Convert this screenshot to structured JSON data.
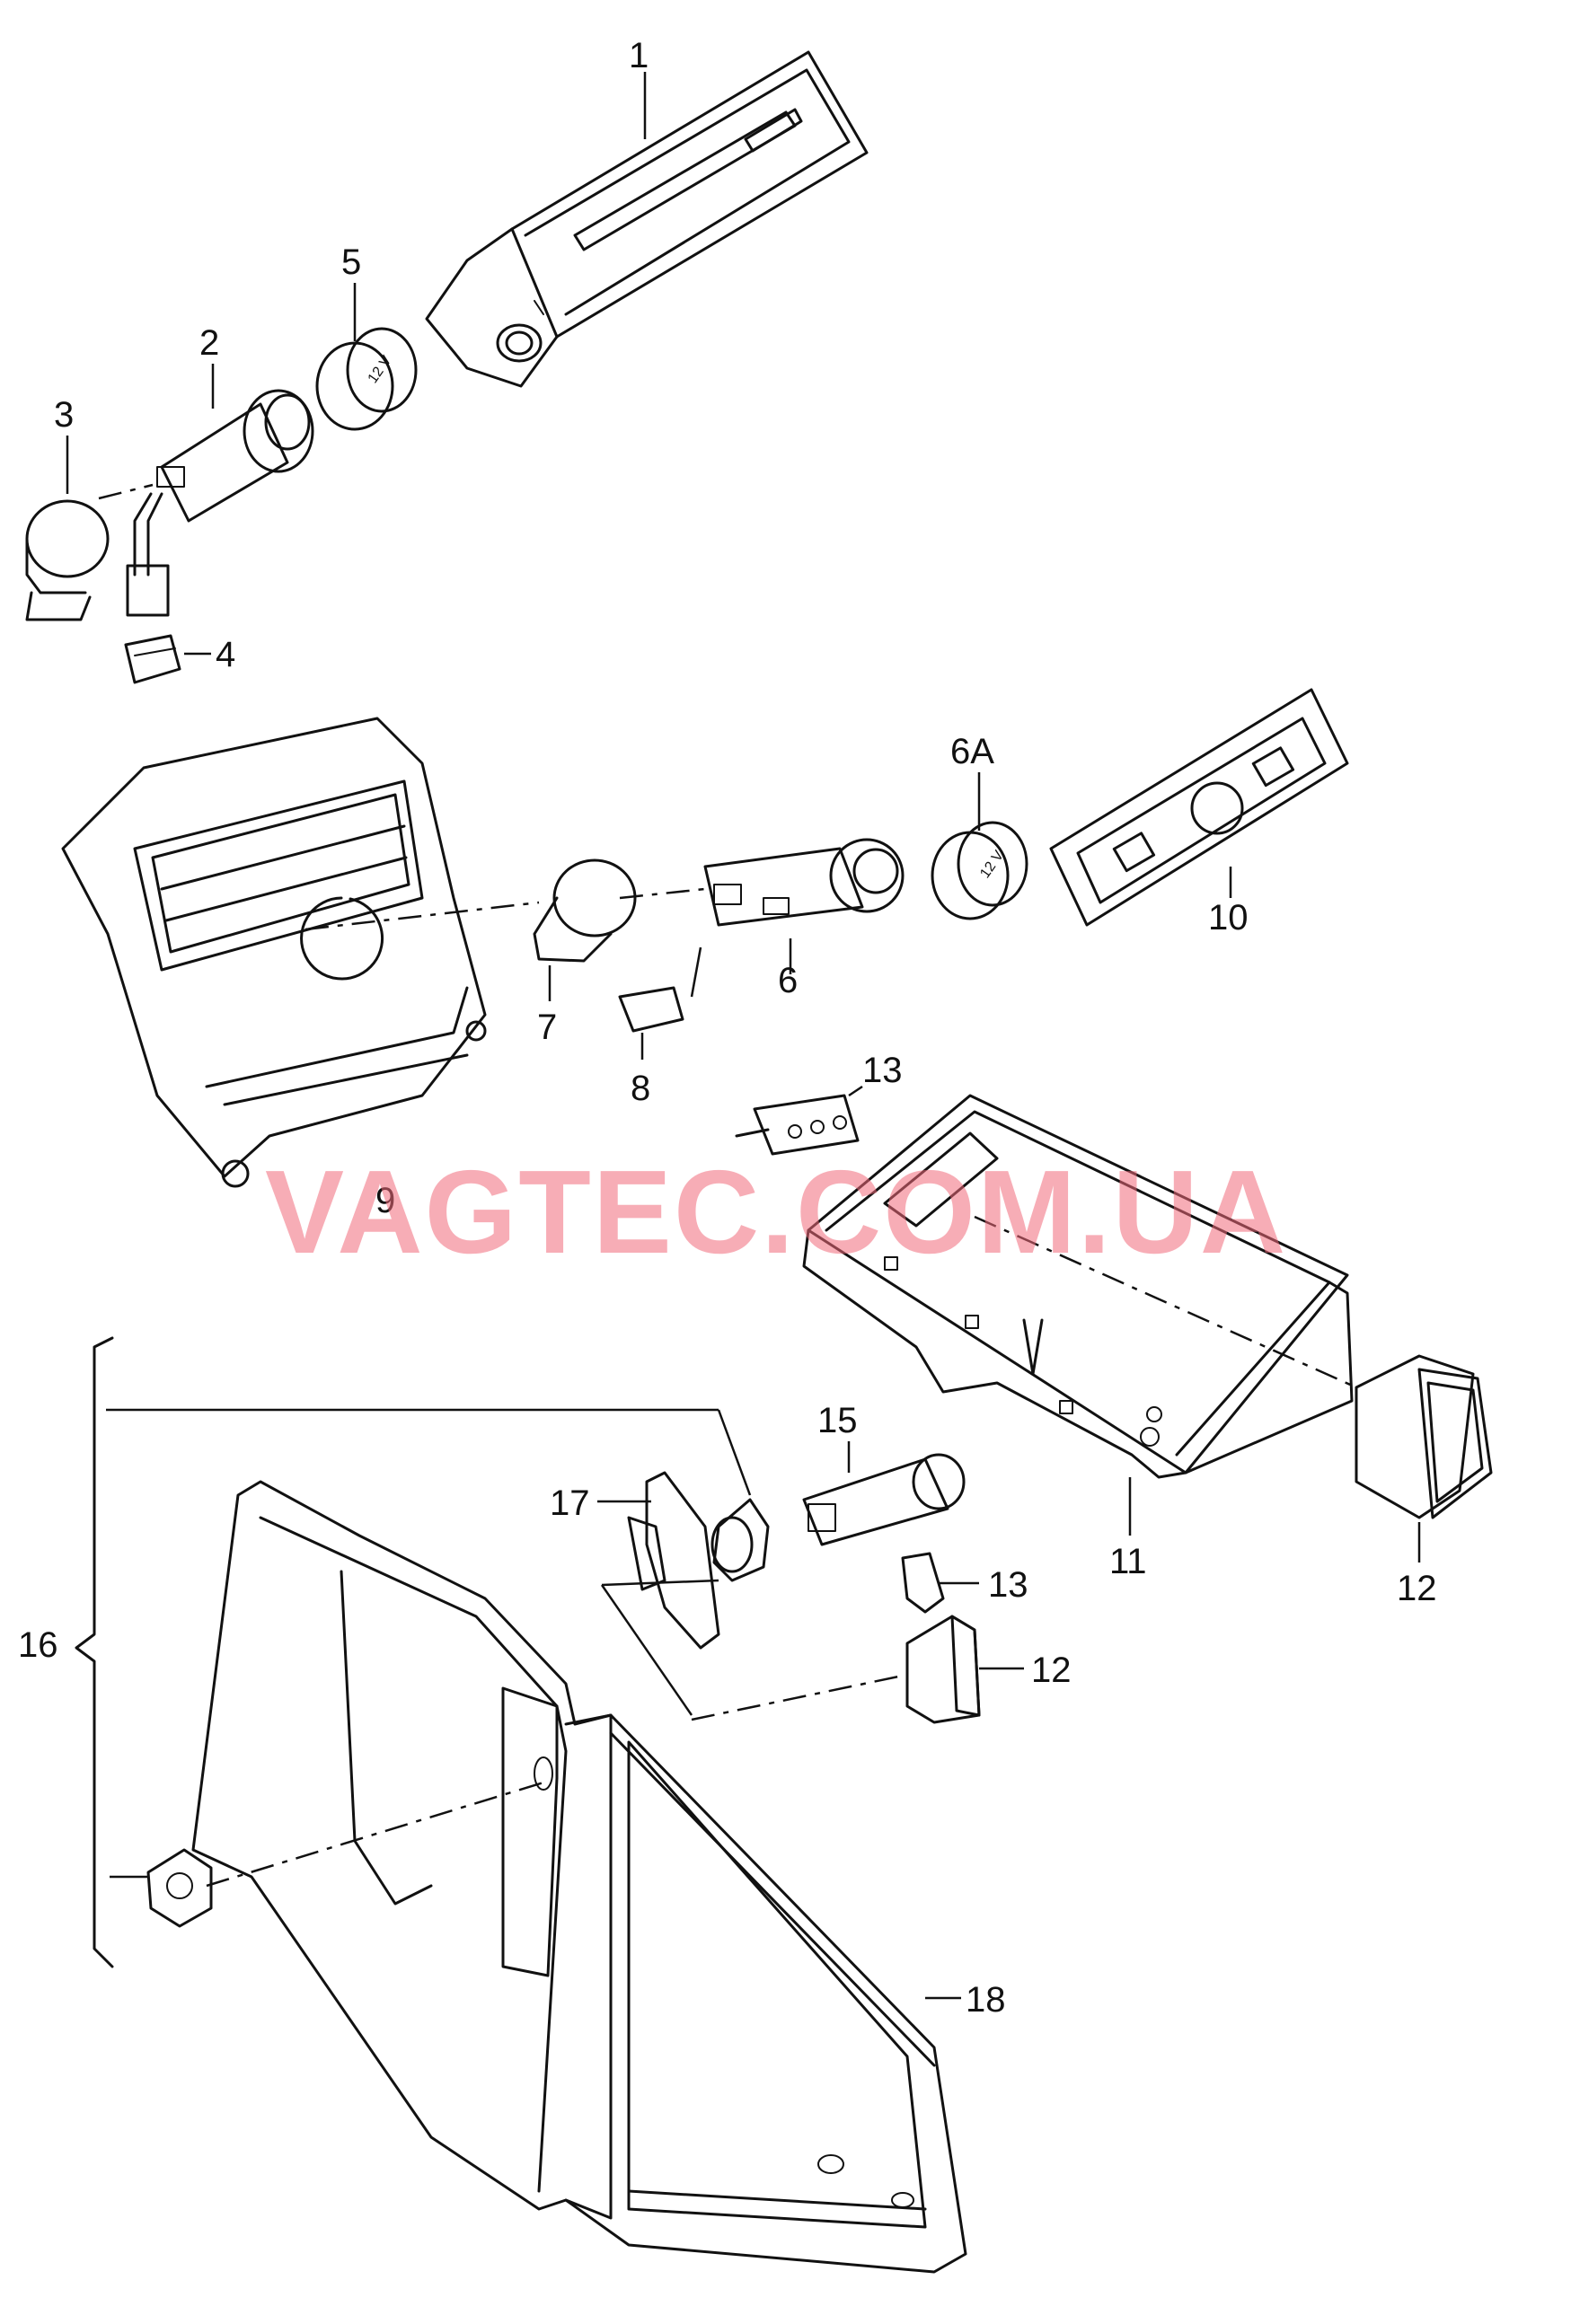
{
  "callouts": {
    "c1": "1",
    "c2": "2",
    "c3": "3",
    "c4": "4",
    "c5": "5",
    "c6": "6",
    "c6a": "6A",
    "c7": "7",
    "c8": "8",
    "c9": "9",
    "c10": "10",
    "c11": "11",
    "c12a": "12",
    "c12b": "12",
    "c13a": "13",
    "c13b": "13",
    "c15": "15",
    "c16": "16",
    "c17": "17",
    "c18": "18"
  },
  "socket_label": "12 V",
  "watermark": "VAGTEC.COM.UA",
  "colors": {
    "line": "#111111",
    "watermark": "#f06a7a",
    "background": "#ffffff"
  }
}
